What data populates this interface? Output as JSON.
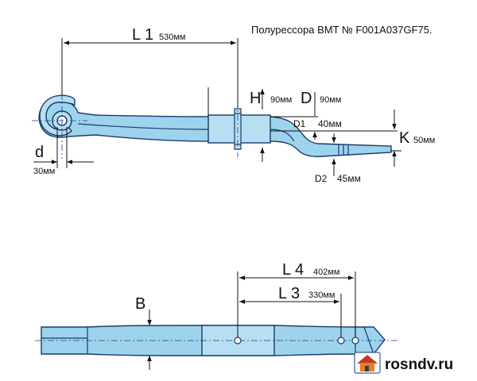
{
  "title": "Полурессора BMT № F001A037GF75.",
  "dimensions": {
    "L1": {
      "label": "L 1",
      "value": "530мм"
    },
    "H": {
      "label": "H",
      "value": "90мм"
    },
    "D": {
      "label": "D",
      "value": "90мм"
    },
    "D1": {
      "label": "D1",
      "value": "40мм"
    },
    "D2": {
      "label": "D2",
      "value": "45мм"
    },
    "K": {
      "label": "K",
      "value": "50мм"
    },
    "d": {
      "label": "d",
      "value": "30мм"
    },
    "L4": {
      "label": "L 4",
      "value": "402мм"
    },
    "L3": {
      "label": "L 3",
      "value": "330мм"
    },
    "B": {
      "label": "B",
      "value": ""
    }
  },
  "watermark": {
    "text": "rosndv.ru",
    "icon": "house-icon"
  },
  "colors": {
    "part_fill": "#9dd3ec",
    "outline": "#1b3a6b"
  }
}
